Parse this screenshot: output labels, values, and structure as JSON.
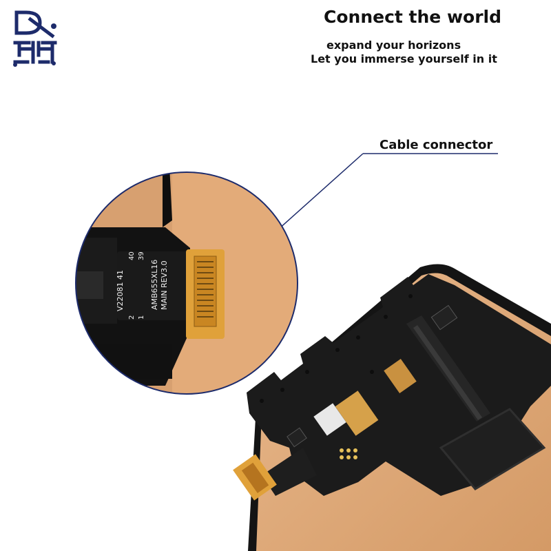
{
  "header": {
    "logo_icon": "circuit-logo-icon",
    "headline": "Connect the world",
    "tagline_1": "expand your horizons",
    "tagline_2": "Let you immerse yourself in it"
  },
  "callout": {
    "label": "Cable connector"
  },
  "flex_cable_markings": {
    "pin_top_left": "40",
    "pin_top_left_2": "39",
    "pin_bottom_left": "2",
    "pin_bottom_left_2": "1",
    "model_line": "AMB655XL16",
    "main_rev": "MAIN REV3.0",
    "batch": "V22081 41"
  },
  "colors": {
    "logo_navy": "#1d2b6b",
    "callout_line": "#1d2b6b",
    "panel_gold": "#d9a06f",
    "frame_black": "#1b1b1b",
    "flex_orange": "#e0a13a"
  }
}
